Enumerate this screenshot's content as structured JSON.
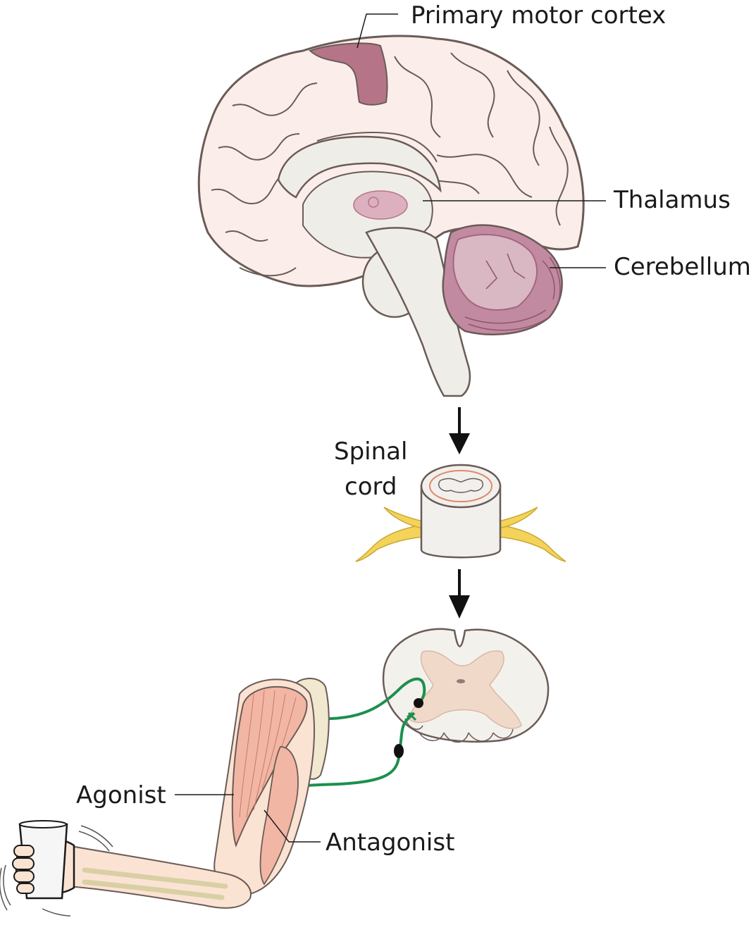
{
  "labels": {
    "primary_motor_cortex": "Primary motor cortex",
    "thalamus": "Thalamus",
    "cerebellum": "Cerebellum",
    "spinal_cord_line1": "Spinal",
    "spinal_cord_line2": "cord",
    "agonist": "Agonist",
    "antagonist": "Antagonist"
  },
  "colors": {
    "brain_fill": "#fbeeea",
    "outline": "#6b5b57",
    "motor_cortex": "#b57487",
    "cerebellum": "#c28aa0",
    "cerebellum_dark": "#a26680",
    "thalamus": "#dcb0bf",
    "inner_gray": "#efede8",
    "nerve_yellow": "#f3d35a",
    "gray_matter": "#f1d9c9",
    "muscle": "#f2b6a4",
    "skin": "#fbe3d3",
    "neuron_green": "#1d8f4e",
    "arrow": "#111111"
  }
}
